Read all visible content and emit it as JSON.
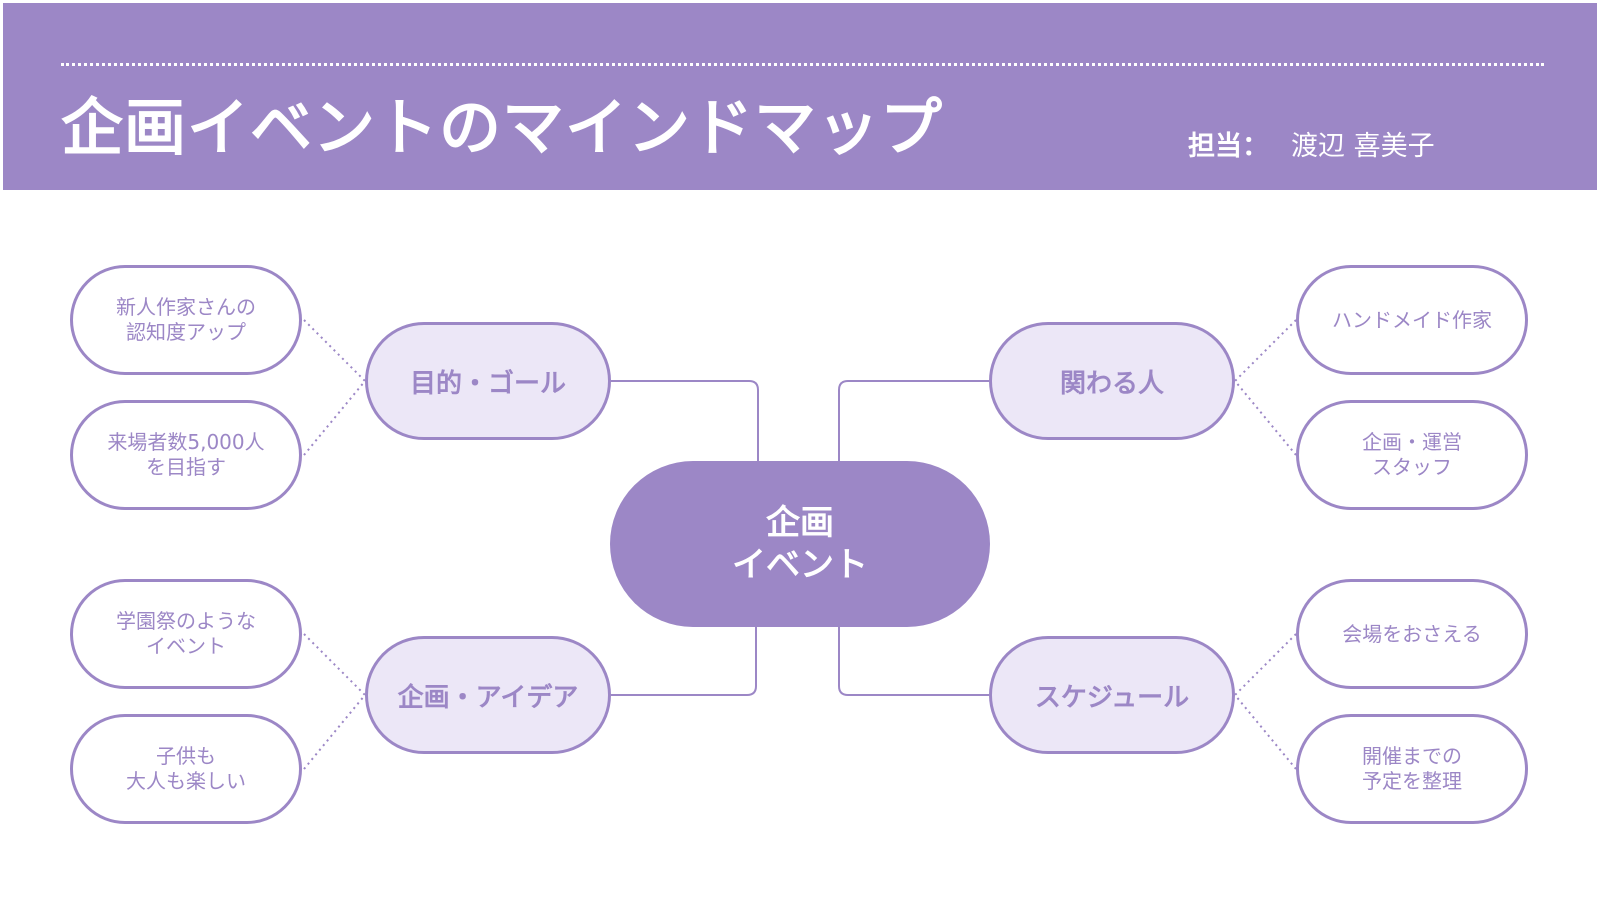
{
  "header": {
    "title": "企画イベントのマインドマップ",
    "owner_label": "担当：",
    "owner_name": "渡辺 喜美子"
  },
  "mindmap": {
    "center": "企画\nイベント",
    "branches": {
      "top_left": {
        "label": "目的・ゴール",
        "items": [
          "新人作家さんの\n認知度アップ",
          "来場者数5,000人\nを目指す"
        ]
      },
      "top_right": {
        "label": "関わる人",
        "items": [
          "ハンドメイド作家",
          "企画・運営\nスタッフ"
        ]
      },
      "bottom_left": {
        "label": "企画・アイデア",
        "items": [
          "学園祭のような\nイベント",
          "子供も\n大人も楽しい"
        ]
      },
      "bottom_right": {
        "label": "スケジュール",
        "items": [
          "会場をおさえる",
          "開催までの\n予定を整理"
        ]
      }
    }
  },
  "colors": {
    "accent": "#9c87c6",
    "branch_fill": "#ece7f7",
    "background": "#ffffff"
  }
}
